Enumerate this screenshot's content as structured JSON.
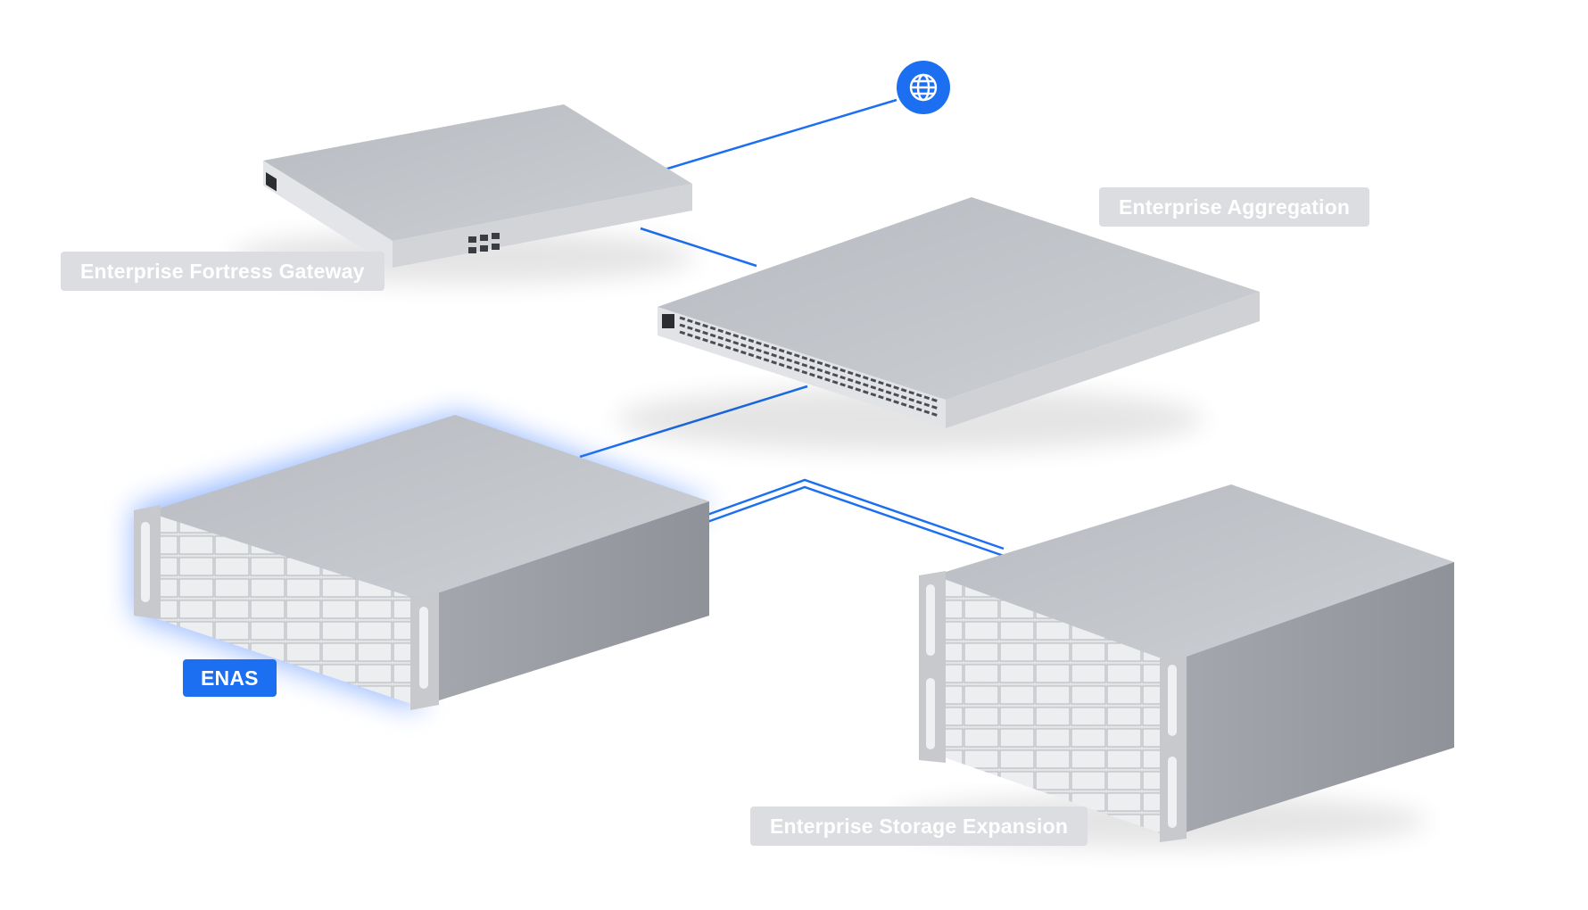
{
  "colors": {
    "accent": "#1c6ff0",
    "label_bg": "#dcdde0",
    "label_text": "#ffffff",
    "device_top": "#c3c5ca",
    "device_front": "#dfe0e3",
    "device_side": "#9a9da4"
  },
  "internet": {
    "icon": "globe-icon"
  },
  "devices": {
    "gateway": {
      "label": "Enterprise Fortress Gateway"
    },
    "aggregation": {
      "label": "Enterprise Aggregation"
    },
    "enas": {
      "label": "ENAS"
    },
    "expansion": {
      "label": "Enterprise Storage Expansion"
    }
  }
}
